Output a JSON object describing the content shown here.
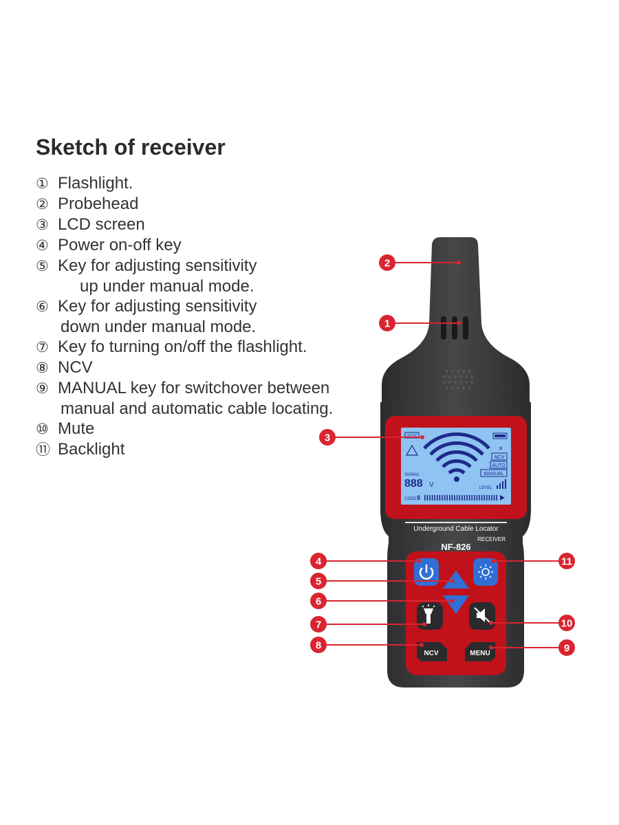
{
  "title": "Sketch of receiver",
  "legend": [
    {
      "num": "①",
      "text": "Flashlight."
    },
    {
      "num": "②",
      "text": "Probehead"
    },
    {
      "num": "③",
      "text": "LCD screen"
    },
    {
      "num": "④",
      "text": "Power on-off key"
    },
    {
      "num": "⑤",
      "text": "Key for adjusting sensitivity",
      "cont": "up under manual mode."
    },
    {
      "num": "⑥",
      "text": "Key for adjusting sensitivity",
      "cont": "down under manual mode."
    },
    {
      "num": "⑦",
      "text": "Key fo turning on/off the flashlight."
    },
    {
      "num": "⑧",
      "text": "NCV"
    },
    {
      "num": "⑨",
      "text": "MANUAL key for switchover between",
      "cont": "manual and automatic cable locating."
    },
    {
      "num": "⑩",
      "text": "Mute"
    },
    {
      "num": "⑪",
      "text": "Backlight"
    }
  ],
  "callouts": [
    "1",
    "2",
    "3",
    "4",
    "5",
    "6",
    "7",
    "8",
    "9",
    "10",
    "11"
  ],
  "device": {
    "brand_line": "Underground Cable Locator",
    "receiver_label": "RECEIVER",
    "model": "NF-826",
    "ncv_label": "NCV",
    "menu_label": "MENU",
    "lcd": {
      "test_label": "TEST",
      "ncv": "NCV",
      "auto": "AUTO",
      "manual": "MANUAL",
      "signal": "SIGNAL",
      "voltage": "888",
      "volt_unit": "V",
      "level": "LEVEL",
      "code": "CODE",
      "code_digit": "8"
    }
  },
  "colors": {
    "body": "#3a3a3c",
    "red": "#c1121c",
    "lcd": "#8fc3f2",
    "lcd_ink": "#1d2a8a",
    "callout": "#d9252f",
    "key_blue": "#2f6fd6"
  }
}
